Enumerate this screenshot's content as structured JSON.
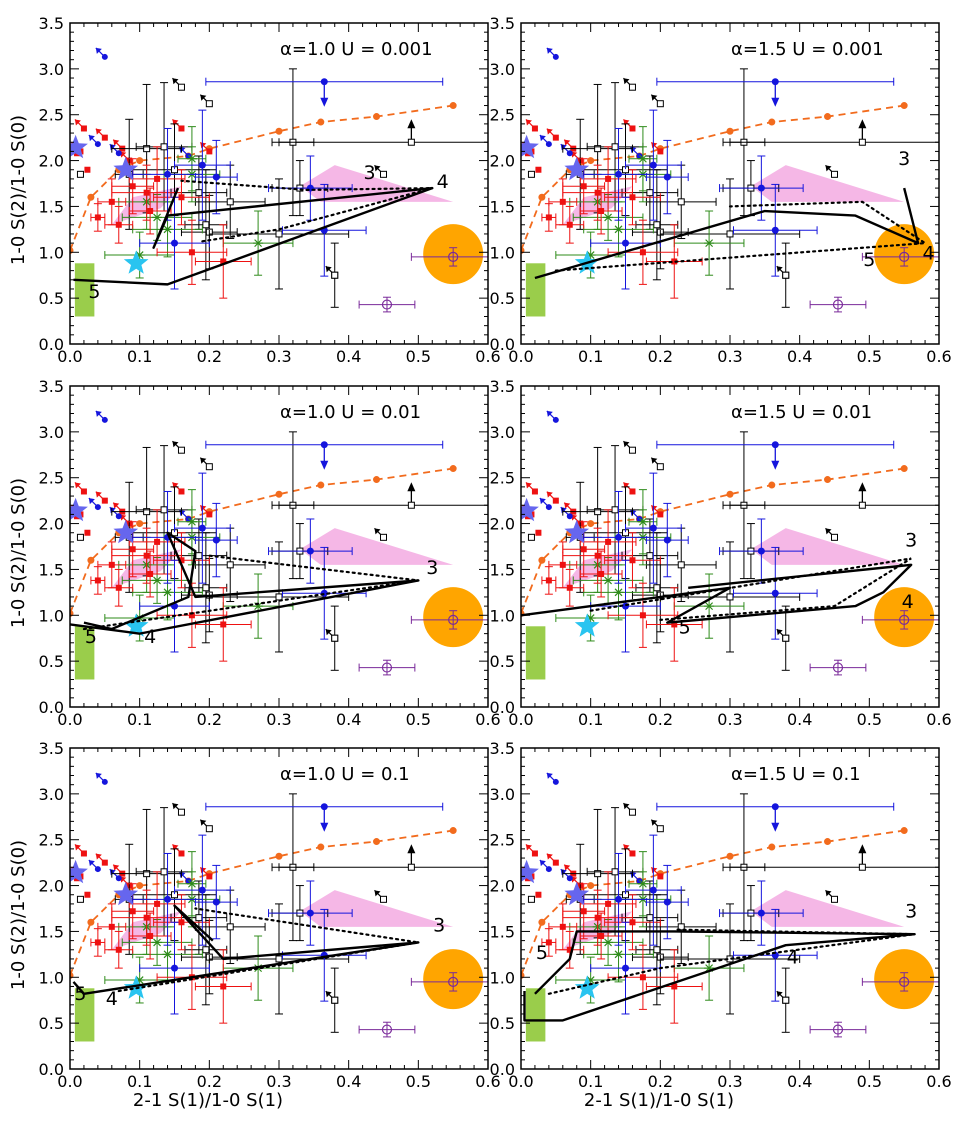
{
  "figure": {
    "xlabel": "2-1 S(1)/1-0 S(1)",
    "ylabel": "1-0 S(2)/1-0 S(0)",
    "xticks": [
      "0.0",
      "0.1",
      "0.2",
      "0.3",
      "0.4",
      "0.5",
      "0.6"
    ],
    "yticks": [
      "0.0",
      "0.5",
      "1.0",
      "1.5",
      "2.0",
      "2.5",
      "3.0",
      "3.5"
    ]
  },
  "colors": {
    "axes": "#000000",
    "orange_curve": "#f26b1d",
    "orange_disk": "#ffa500",
    "green_rect": "#9acd4b",
    "pink_region": "#f3a5e0",
    "cyan_star": "#29c4f0",
    "blue_star": "#6666ee",
    "red": "#ee1111",
    "blue": "#1515dd",
    "green": "#2e8b1a",
    "black": "#000000",
    "purple": "#7a2a9a"
  },
  "chart_data": {
    "type": "scatter",
    "xlim": [
      0.0,
      0.6
    ],
    "ylim": [
      0.0,
      3.5
    ],
    "grid": false,
    "shared_observations": {
      "orange_sequence": [
        [
          0.0,
          1.02
        ],
        [
          0.03,
          1.6
        ],
        [
          0.07,
          1.9
        ],
        [
          0.1,
          2.0
        ],
        [
          0.17,
          2.05
        ],
        [
          0.2,
          2.13
        ],
        [
          0.3,
          2.32
        ],
        [
          0.36,
          2.42
        ],
        [
          0.44,
          2.48
        ],
        [
          0.55,
          2.6
        ]
      ],
      "orange_disk": {
        "x": 0.55,
        "y": 0.98
      },
      "green_rect": {
        "x0": 0.007,
        "x1": 0.035,
        "y0": 0.3,
        "y1": 0.88
      },
      "pink_regions": [
        [
          [
            0.06,
            1.3
          ],
          [
            0.13,
            1.48
          ],
          [
            0.16,
            1.72
          ],
          [
            0.09,
            1.6
          ]
        ],
        [
          [
            0.33,
            1.72
          ],
          [
            0.38,
            1.95
          ],
          [
            0.55,
            1.55
          ],
          [
            0.36,
            1.55
          ]
        ]
      ],
      "cyan_star": {
        "x": 0.095,
        "y": 0.88
      },
      "blue_stars": [
        {
          "x": 0.008,
          "y": 2.14
        },
        {
          "x": 0.08,
          "y": 1.9
        }
      ],
      "red_arrows": [
        [
          0.02,
          2.35
        ],
        [
          0.015,
          2.1
        ],
        [
          0.05,
          2.25
        ],
        [
          0.075,
          2.13
        ],
        [
          0.085,
          2.0
        ],
        [
          0.16,
          2.35
        ],
        [
          0.2,
          2.1
        ]
      ],
      "blue_arrows": [
        [
          0.05,
          3.13
        ],
        [
          0.04,
          2.18
        ],
        [
          0.07,
          2.08
        ],
        [
          0.17,
          2.05
        ]
      ],
      "black_arrows": [
        [
          0.16,
          2.8
        ],
        [
          0.2,
          2.62
        ],
        [
          0.45,
          1.85
        ],
        [
          0.38,
          0.75
        ]
      ],
      "red_points": [
        {
          "x": 0.01,
          "y": 2.08
        },
        {
          "x": 0.025,
          "y": 1.9
        },
        {
          "x": 0.04,
          "y": 1.38,
          "xerr": 0.01,
          "yerr": 0.15
        },
        {
          "x": 0.06,
          "y": 1.55,
          "xerr": 0.02,
          "yerr": 0.25
        },
        {
          "x": 0.07,
          "y": 1.3,
          "xerr": 0.02,
          "yerr": 0.2
        },
        {
          "x": 0.09,
          "y": 1.72,
          "xerr": 0.03,
          "yerr": 0.3
        },
        {
          "x": 0.11,
          "y": 1.65,
          "xerr": 0.05,
          "yerr": 0.3
        },
        {
          "x": 0.115,
          "y": 1.45,
          "xerr": 0.03,
          "yerr": 0.25
        },
        {
          "x": 0.125,
          "y": 1.8,
          "xerr": 0.04,
          "yerr": 0.35
        },
        {
          "x": 0.16,
          "y": 1.6,
          "xerr": 0.04,
          "yerr": 0.3
        },
        {
          "x": 0.175,
          "y": 1.0,
          "xerr": 0.05,
          "yerr": 0.35
        },
        {
          "x": 0.22,
          "y": 0.9,
          "xerr": 0.04,
          "yerr": 0.4
        }
      ],
      "blue_points": [
        {
          "x": 0.365,
          "y": 2.86,
          "xerr": 0.17,
          "upper_limit": true
        },
        {
          "x": 0.14,
          "y": 1.85,
          "xerr": 0.05,
          "yerr": 0.5
        },
        {
          "x": 0.19,
          "y": 1.95,
          "xerr": 0.04,
          "yerr": 0.6
        },
        {
          "x": 0.21,
          "y": 1.82,
          "xerr": 0.03,
          "yerr": 0.4
        },
        {
          "x": 0.15,
          "y": 1.1,
          "xerr": 0.05,
          "yerr": 0.5
        },
        {
          "x": 0.345,
          "y": 1.7,
          "xerr": 0.06,
          "yerr": 0.35
        },
        {
          "x": 0.365,
          "y": 1.24,
          "xerr": 0.06,
          "yerr": 0.5
        }
      ],
      "green_points": [
        {
          "x": 0.11,
          "y": 1.55,
          "xerr": 0.04,
          "yerr": 0.3
        },
        {
          "x": 0.125,
          "y": 1.38,
          "xerr": 0.05,
          "yerr": 0.25
        },
        {
          "x": 0.14,
          "y": 1.25,
          "xerr": 0.05,
          "yerr": 0.3
        },
        {
          "x": 0.175,
          "y": 1.85,
          "xerr": 0.04,
          "yerr": 0.3
        },
        {
          "x": 0.1,
          "y": 0.97,
          "xerr": 0.05,
          "yerr": 0.25
        },
        {
          "x": 0.27,
          "y": 1.1,
          "xerr": 0.05,
          "yerr": 0.35
        },
        {
          "x": 0.175,
          "y": 2.02,
          "xerr": 0.02,
          "yerr": 0.35
        }
      ],
      "black_points": [
        {
          "x": 0.015,
          "y": 1.85
        },
        {
          "x": 0.11,
          "y": 2.13,
          "xerr": 0.05,
          "yerr": 0.7
        },
        {
          "x": 0.085,
          "y": 1.85,
          "xerr": 0.02,
          "yerr": 0.6
        },
        {
          "x": 0.135,
          "y": 2.15,
          "xerr": 0.04,
          "yerr": 0.7
        },
        {
          "x": 0.15,
          "y": 1.9,
          "xerr": 0.06,
          "yerr": 0.5
        },
        {
          "x": 0.185,
          "y": 1.65,
          "xerr": 0.04,
          "yerr": 0.4
        },
        {
          "x": 0.195,
          "y": 1.3,
          "xerr": 0.03,
          "yerr": 0.6
        },
        {
          "x": 0.2,
          "y": 1.22,
          "xerr": 0.04,
          "yerr": 0.4
        },
        {
          "x": 0.23,
          "y": 1.55,
          "xerr": 0.05,
          "yerr": 0.4
        },
        {
          "x": 0.3,
          "y": 1.2,
          "xerr": 0.1,
          "yerr": 0.6
        },
        {
          "x": 0.33,
          "y": 1.7,
          "xerr": 0.04,
          "yerr": 0.3
        },
        {
          "x": 0.32,
          "y": 2.2,
          "xerr": 0.03,
          "yerr": 0.8
        },
        {
          "x": 0.49,
          "y": 2.2,
          "xerr": 0.19,
          "lower_limit": true
        },
        {
          "x": 0.38,
          "y": 0.75,
          "yerr": 0.35
        }
      ],
      "purple_points": [
        {
          "x": 0.55,
          "y": 0.95,
          "xerr": 0.06,
          "yerr": 0.1
        },
        {
          "x": 0.455,
          "y": 0.43,
          "xerr": 0.04,
          "yerr": 0.08
        }
      ]
    },
    "panels": [
      {
        "title": "α=1.0   U = 0.001",
        "solid": [
          [
            0.005,
            0.7
          ],
          [
            0.14,
            0.65
          ],
          [
            0.52,
            1.7
          ],
          [
            0.14,
            1.4
          ],
          [
            0.12,
            1.05
          ],
          [
            0.155,
            1.7
          ]
        ],
        "dotted": [
          [
            0.19,
            1.12
          ],
          [
            0.3,
            1.25
          ],
          [
            0.52,
            1.7
          ],
          [
            0.34,
            1.68
          ],
          [
            0.16,
            1.78
          ]
        ],
        "labels": [
          {
            "text": "3",
            "x": 0.43,
            "y": 1.8
          },
          {
            "text": "4",
            "x": 0.535,
            "y": 1.7
          },
          {
            "text": "5",
            "x": 0.035,
            "y": 0.5
          }
        ]
      },
      {
        "title": "α=1.5   U = 0.001",
        "solid": [
          [
            0.02,
            0.72
          ],
          [
            0.35,
            1.45
          ],
          [
            0.48,
            1.4
          ],
          [
            0.57,
            1.1
          ],
          [
            0.55,
            1.7
          ]
        ],
        "dotted": [
          [
            0.05,
            0.8
          ],
          [
            0.58,
            1.1
          ],
          [
            0.49,
            1.55
          ],
          [
            0.3,
            1.5
          ]
        ],
        "labels": [
          {
            "text": "3",
            "x": 0.55,
            "y": 1.95
          },
          {
            "text": "4",
            "x": 0.585,
            "y": 0.92
          },
          {
            "text": "5",
            "x": 0.5,
            "y": 0.85
          }
        ]
      },
      {
        "title": "α=1.0   U = 0.01",
        "solid": [
          [
            0.0,
            0.9
          ],
          [
            0.1,
            0.8
          ],
          [
            0.5,
            1.38
          ],
          [
            0.18,
            1.2
          ],
          [
            0.14,
            1.9
          ],
          [
            0.18,
            1.7
          ],
          [
            0.17,
            1.2
          ],
          [
            0.06,
            0.85
          ],
          [
            0.02,
            0.92
          ]
        ],
        "dotted": [
          [
            0.02,
            0.85
          ],
          [
            0.5,
            1.38
          ],
          [
            0.2,
            1.65
          ]
        ],
        "labels": [
          {
            "text": "3",
            "x": 0.52,
            "y": 1.45
          },
          {
            "text": "4",
            "x": 0.115,
            "y": 0.7
          },
          {
            "text": "5",
            "x": 0.03,
            "y": 0.7
          }
        ]
      },
      {
        "title": "α=1.5   U = 0.01",
        "solid": [
          [
            0.0,
            1.0
          ],
          [
            0.3,
            1.3
          ],
          [
            0.21,
            0.92
          ],
          [
            0.48,
            1.1
          ],
          [
            0.52,
            1.25
          ],
          [
            0.56,
            1.55
          ],
          [
            0.24,
            1.3
          ]
        ],
        "dotted": [
          [
            0.1,
            1.05
          ],
          [
            0.56,
            1.62
          ],
          [
            0.45,
            1.1
          ],
          [
            0.2,
            0.95
          ]
        ],
        "labels": [
          {
            "text": "3",
            "x": 0.56,
            "y": 1.75
          },
          {
            "text": "4",
            "x": 0.555,
            "y": 1.08
          },
          {
            "text": "5",
            "x": 0.235,
            "y": 0.8
          }
        ]
      },
      {
        "title": "α=1.0   U = 0.1",
        "solid": [
          [
            0.005,
            0.95
          ],
          [
            0.02,
            0.82
          ],
          [
            0.5,
            1.38
          ],
          [
            0.22,
            1.2
          ],
          [
            0.15,
            1.78
          ],
          [
            0.205,
            1.4
          ]
        ],
        "dotted": [
          [
            0.07,
            0.85
          ],
          [
            0.5,
            1.38
          ],
          [
            0.18,
            1.75
          ]
        ],
        "labels": [
          {
            "text": "3",
            "x": 0.53,
            "y": 1.5
          },
          {
            "text": "4",
            "x": 0.06,
            "y": 0.7
          },
          {
            "text": "5",
            "x": 0.015,
            "y": 0.75
          }
        ]
      },
      {
        "title": "α=1.5   U = 0.1",
        "solid": [
          [
            0.005,
            0.85
          ],
          [
            0.005,
            0.53
          ],
          [
            0.06,
            0.53
          ],
          [
            0.38,
            1.35
          ],
          [
            0.565,
            1.47
          ],
          [
            0.22,
            1.5
          ],
          [
            0.08,
            1.5
          ],
          [
            0.07,
            1.2
          ],
          [
            0.02,
            0.82
          ]
        ],
        "dotted": [
          [
            0.04,
            0.82
          ],
          [
            0.2,
            1.1
          ],
          [
            0.565,
            1.47
          ],
          [
            0.22,
            1.52
          ]
        ],
        "labels": [
          {
            "text": "3",
            "x": 0.56,
            "y": 1.65
          },
          {
            "text": "4",
            "x": 0.39,
            "y": 1.15
          },
          {
            "text": "5",
            "x": 0.03,
            "y": 1.2
          }
        ]
      }
    ]
  }
}
